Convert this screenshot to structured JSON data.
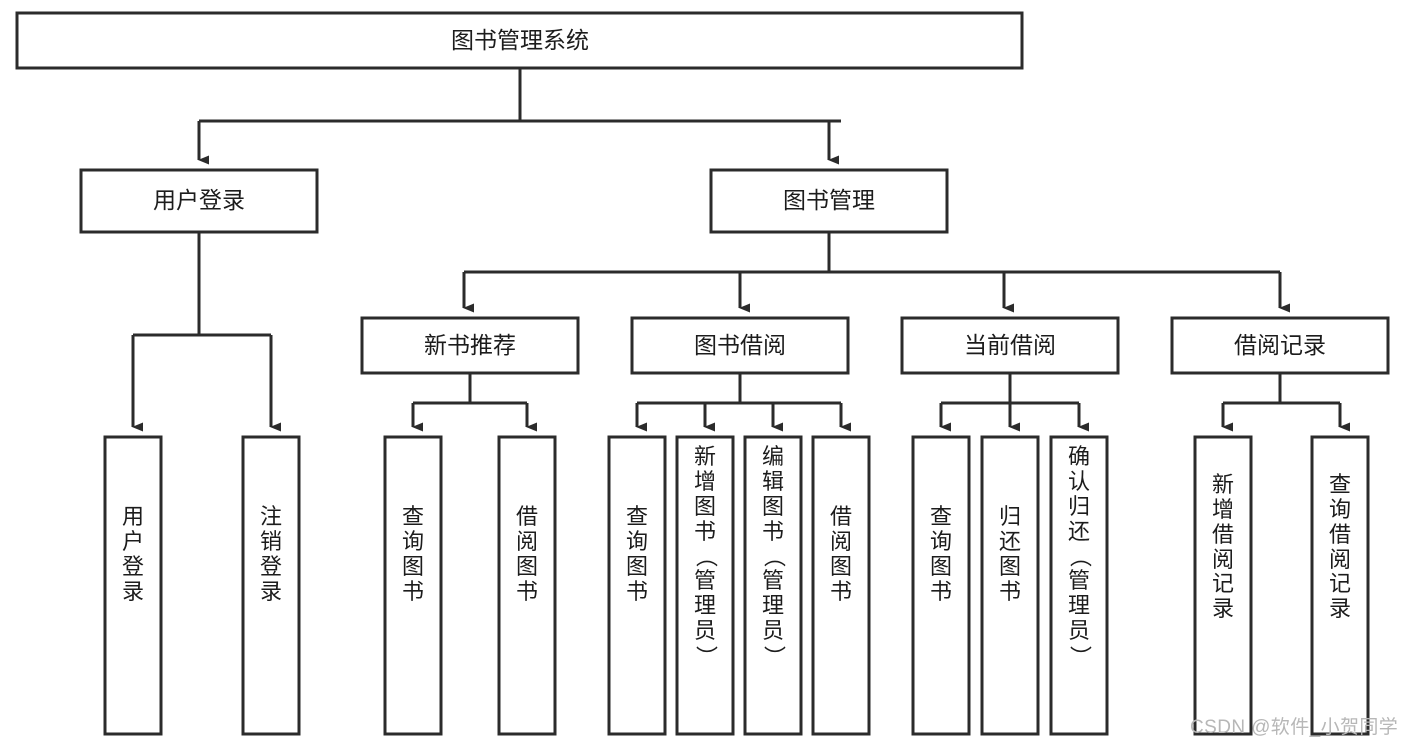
{
  "diagram": {
    "title": "图书管理系统",
    "type": "tree",
    "orientation": "top-down",
    "colors": {
      "node_fill": "#ffffff",
      "node_stroke": "#2b2b2b",
      "connector": "#2b2b2b",
      "label": "#1c1c1c",
      "watermark": "#b7b7b7",
      "background": "#ffffff"
    },
    "root": {
      "label": "图书管理系统"
    },
    "level2": [
      {
        "label": "用户登录"
      },
      {
        "label": "图书管理"
      }
    ],
    "level3": [
      {
        "label": "新书推荐"
      },
      {
        "label": "图书借阅"
      },
      {
        "label": "当前借阅"
      },
      {
        "label": "借阅记录"
      }
    ],
    "leaves": {
      "user_login": [
        {
          "label": "用户登录",
          "chars": [
            "用",
            "户",
            "登",
            "录"
          ]
        },
        {
          "label": "注销登录",
          "chars": [
            "注",
            "销",
            "登",
            "录"
          ]
        }
      ],
      "new_book_recommend": [
        {
          "label": "查询图书",
          "chars": [
            "查",
            "询",
            "图",
            "书"
          ]
        },
        {
          "label": "借阅图书",
          "chars": [
            "借",
            "阅",
            "图",
            "书"
          ]
        }
      ],
      "book_borrow": [
        {
          "label": "查询图书",
          "chars": [
            "查",
            "询",
            "图",
            "书"
          ]
        },
        {
          "label": "新增图书（管理员）",
          "chars": [
            "新",
            "增",
            "图",
            "书",
            "（",
            "管",
            "理",
            "员",
            "）"
          ]
        },
        {
          "label": "编辑图书（管理员）",
          "chars": [
            "编",
            "辑",
            "图",
            "书",
            "（",
            "管",
            "理",
            "员",
            "）"
          ]
        },
        {
          "label": "借阅图书",
          "chars": [
            "借",
            "阅",
            "图",
            "书"
          ]
        }
      ],
      "current_borrow": [
        {
          "label": "查询图书",
          "chars": [
            "查",
            "询",
            "图",
            "书"
          ]
        },
        {
          "label": "归还图书",
          "chars": [
            "归",
            "还",
            "图",
            "书"
          ]
        },
        {
          "label": "确认归还（管理员）",
          "chars": [
            "确",
            "认",
            "归",
            "还",
            "（",
            "管",
            "理",
            "员",
            "）"
          ]
        }
      ],
      "borrow_record": [
        {
          "label": "新增借阅记录",
          "chars": [
            "新",
            "增",
            "借",
            "阅",
            "记",
            "录"
          ]
        },
        {
          "label": "查询借阅记录",
          "chars": [
            "查",
            "询",
            "借",
            "阅",
            "记",
            "录"
          ]
        }
      ]
    }
  },
  "watermark": {
    "text": "CSDN @软件_小贺同学"
  }
}
